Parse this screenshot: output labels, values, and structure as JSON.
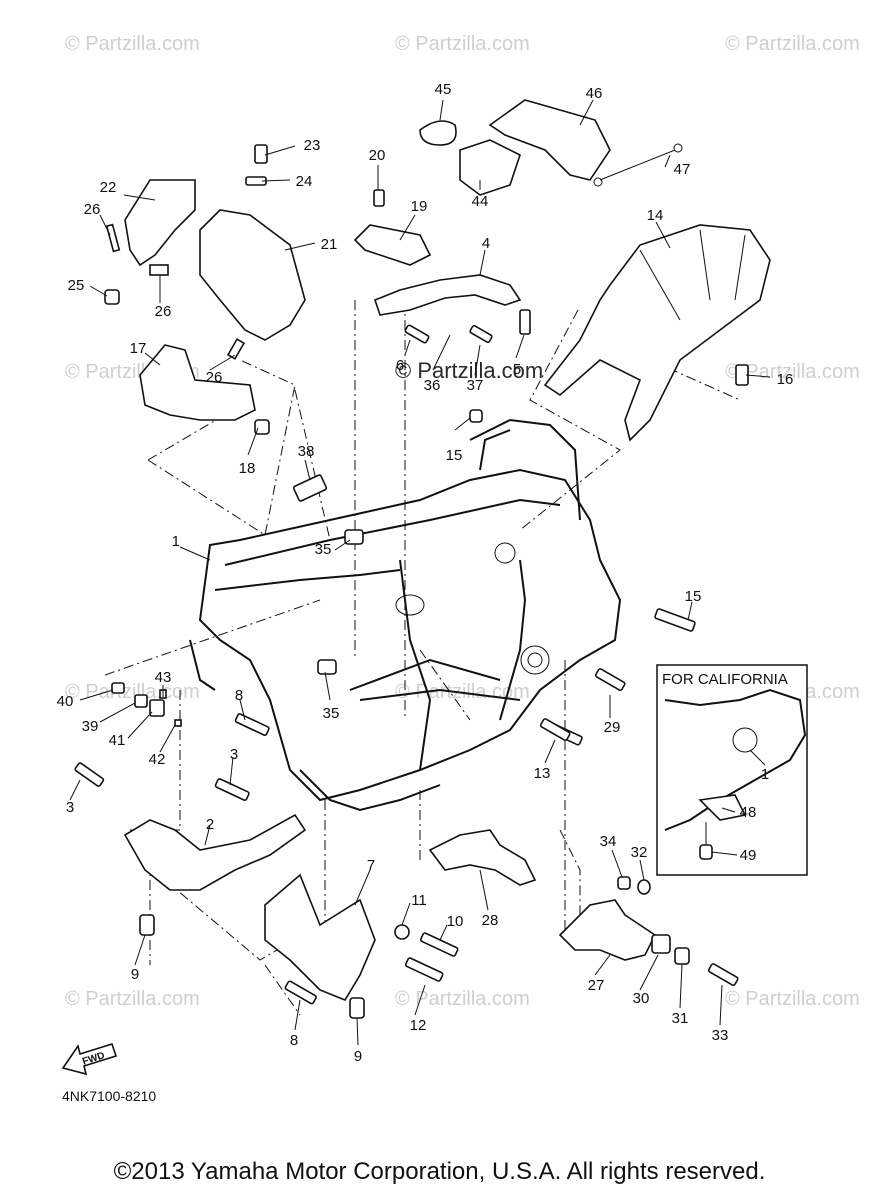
{
  "watermark": "© Partzilla.com",
  "diagram_code": "4NK7100-8210",
  "california_label": "FOR CALIFORNIA",
  "fwd_label": "FWD",
  "copyright": "©2013 Yamaha Motor Corporation, U.S.A. All rights reserved.",
  "callouts": [
    "1",
    "2",
    "3",
    "3",
    "4",
    "5",
    "6",
    "7",
    "8",
    "8",
    "9",
    "9",
    "10",
    "11",
    "12",
    "13",
    "14",
    "15",
    "15",
    "16",
    "17",
    "18",
    "19",
    "20",
    "21",
    "22",
    "23",
    "24",
    "25",
    "26",
    "26",
    "26",
    "27",
    "28",
    "29",
    "30",
    "31",
    "32",
    "33",
    "34",
    "35",
    "35",
    "36",
    "37",
    "38",
    "39",
    "40",
    "41",
    "42",
    "43",
    "44",
    "45",
    "46",
    "47",
    "48",
    "49",
    "1"
  ]
}
